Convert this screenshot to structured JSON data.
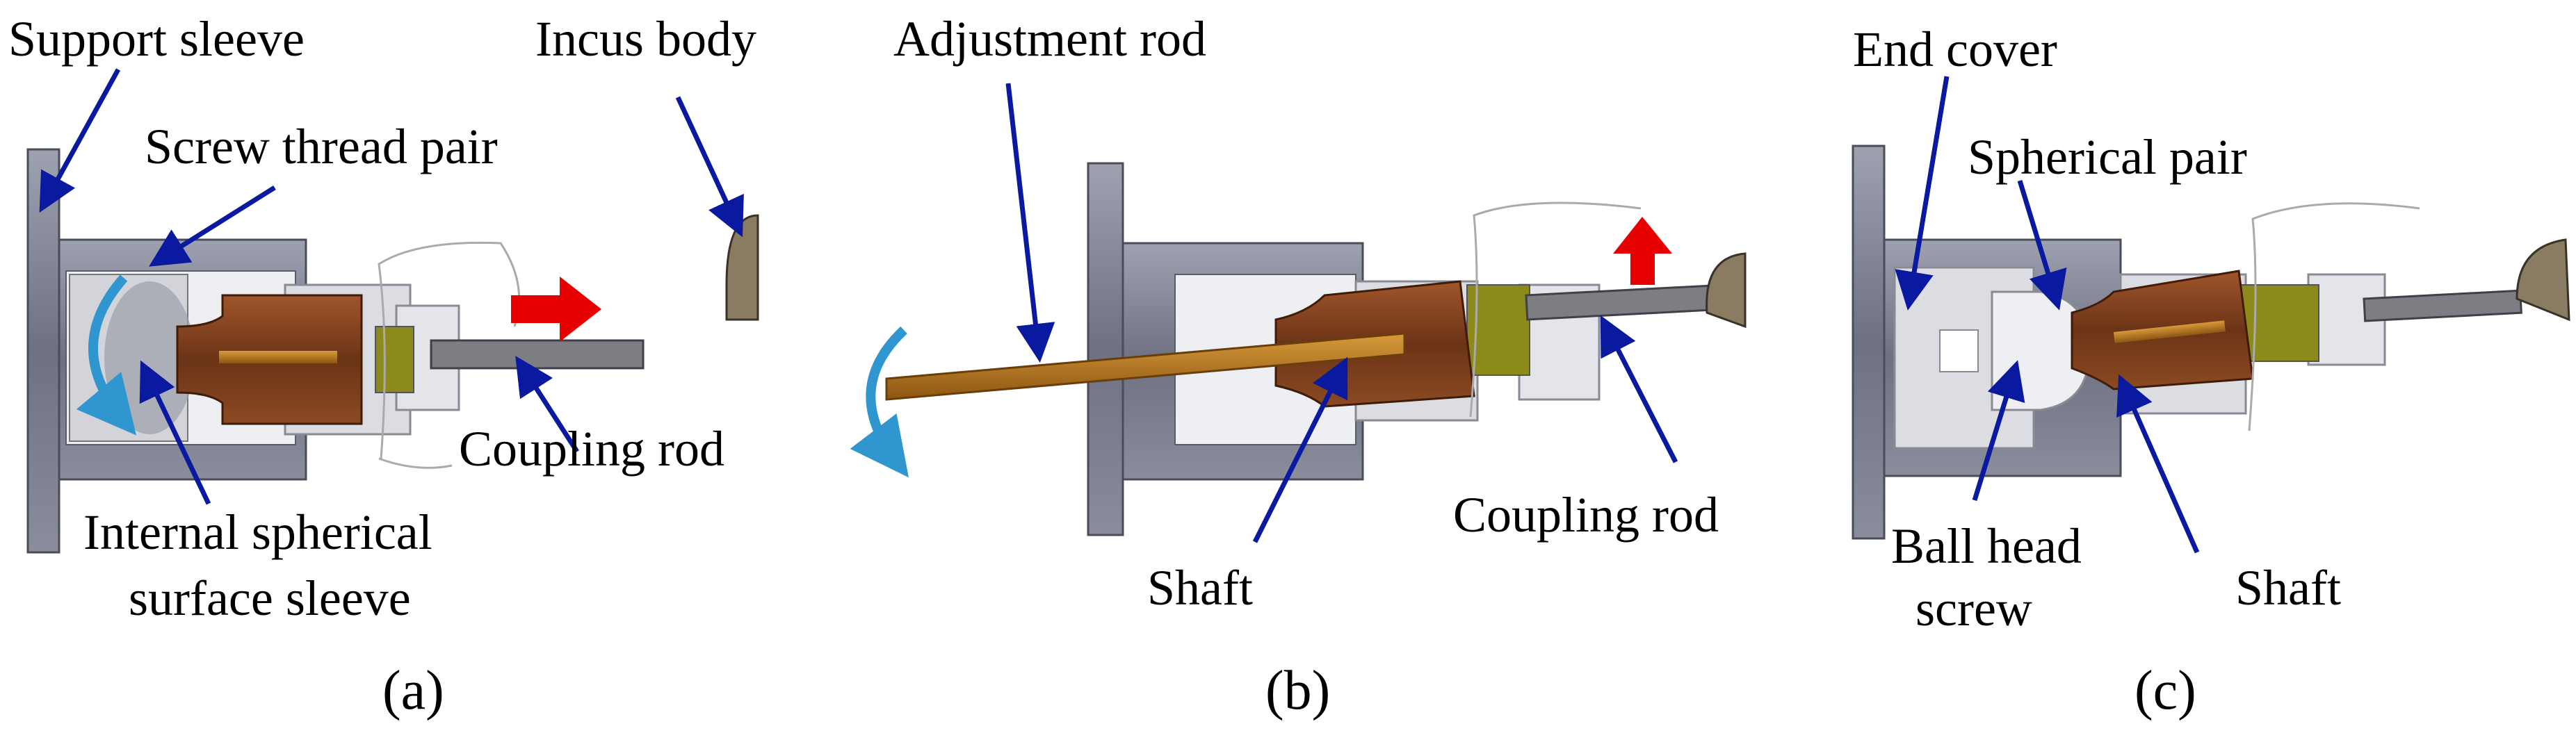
{
  "colors": {
    "leader": "#0a1aa0",
    "motion_arrow": "#e60000",
    "rotation_arrow": "#2f96d0",
    "housing_gray": "#7c7f90",
    "light_part": "#dcdde2",
    "brown_part": "#7a3f1e",
    "copper_rod": "#b8751c",
    "yellow_green": "#8d8a1c",
    "bone_tan": "#8a7b63"
  },
  "panels": [
    {
      "id": "a",
      "caption": "(a)",
      "labels": {
        "support_sleeve": "Support sleeve",
        "incus_body": "Incus body",
        "screw_thread_pair": "Screw thread pair",
        "coupling_rod": "Coupling rod",
        "internal_spherical_1": "Internal spherical",
        "internal_spherical_2": "surface sleeve"
      }
    },
    {
      "id": "b",
      "caption": "(b)",
      "labels": {
        "adjustment_rod": "Adjustment rod",
        "shaft": "Shaft",
        "coupling_rod": "Coupling rod"
      }
    },
    {
      "id": "c",
      "caption": "(c)",
      "labels": {
        "end_cover": "End cover",
        "spherical_pair": "Spherical pair",
        "ball_head_screw_1": "Ball head",
        "ball_head_screw_2": "screw",
        "shaft": "Shaft"
      }
    }
  ]
}
